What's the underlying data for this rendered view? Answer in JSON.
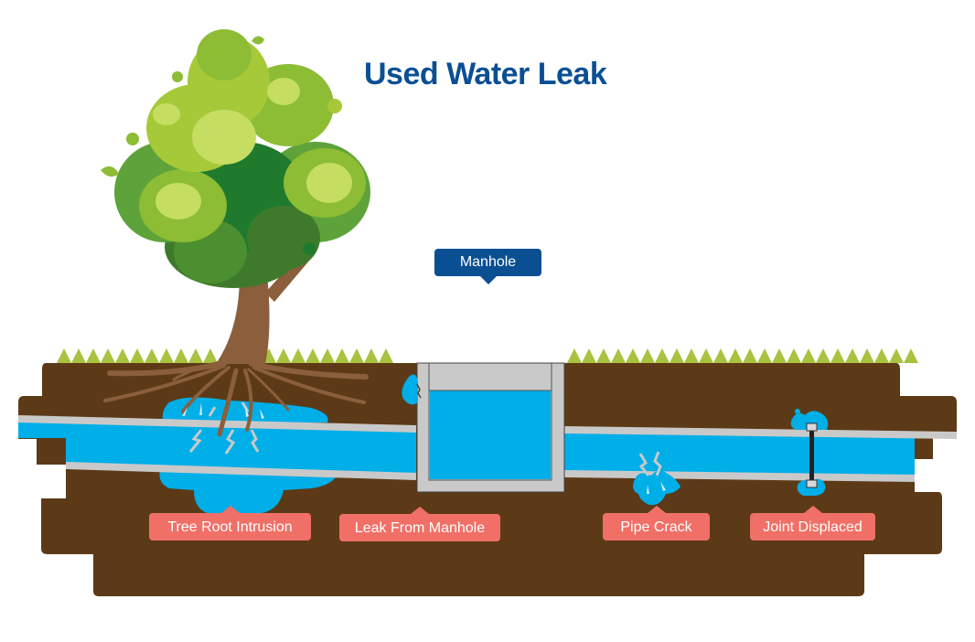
{
  "title": "Used Water Leak",
  "manhole_label": "Manhole",
  "labels": {
    "tree_root": "Tree Root Intrusion",
    "manhole_leak": "Leak From Manhole",
    "pipe_crack": "Pipe Crack",
    "joint_displaced": "Joint Displaced"
  },
  "colors": {
    "title": "#0a4f94",
    "callout": "#0b4f93",
    "tag": "#f07067",
    "soil": "#5c3a17",
    "water": "#00aee8",
    "grass": "#a9c23f",
    "pipe_wall": "#c9c9c9"
  },
  "icons": [
    "tree-icon",
    "grass-icon",
    "water-splash-icon",
    "crack-icon",
    "manhole-icon"
  ]
}
